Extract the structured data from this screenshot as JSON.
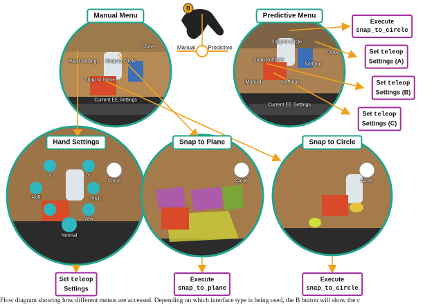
{
  "menus": {
    "manual": {
      "title": "Manual Menu",
      "close": "Close",
      "items": [
        "Hand Settings",
        "Snap to Circle",
        "Snap to Plane"
      ],
      "footer": "Current EE Settings"
    },
    "predictive": {
      "title": "Predictive Menu",
      "close": "Close",
      "items": [
        "Snap to Circle",
        "Snap to Plane",
        "Settings",
        "Settings",
        "Manual"
      ],
      "footer": "Current EE Settings"
    },
    "hand_settings": {
      "title": "Hand Settings",
      "close": "Close",
      "items": [
        "X",
        "Y",
        "Roll",
        "Pitch",
        "Yaw",
        "Normal"
      ]
    },
    "snap_plane": {
      "title": "Snap to Plane",
      "close": "Close"
    },
    "snap_circle": {
      "title": "Snap to Circle",
      "close": "Close"
    }
  },
  "controller": {
    "button": "B",
    "left": "Manual",
    "right": "Predictive"
  },
  "boxes": {
    "exec_circle_top": {
      "line1": "Execute",
      "line2": "snap_to_circle"
    },
    "set_a": {
      "line1a": "Set ",
      "code": "teleop",
      "line2": "Settings (A)"
    },
    "set_b": {
      "line1a": "Set ",
      "code": "teleop",
      "line2": "Settings (B)"
    },
    "set_c": {
      "line1a": "Set ",
      "code": "teleop",
      "line2": "Settings (C)"
    },
    "set_hand": {
      "line1a": "Set ",
      "code": "teleop",
      "line2": "Settings"
    },
    "exec_plane": {
      "line1": "Execute",
      "line2": "snap_to_plane"
    },
    "exec_circle_bottom": {
      "line1": "Execute",
      "line2": "snap_to_circle"
    }
  },
  "caption": "Flow diagram showing how different menus are accessed. Depending on which interface type is being used, the B button will show the c",
  "colors": {
    "teal": "#23a38f",
    "orange": "#f2a11d",
    "purple": "#a02e9e"
  }
}
